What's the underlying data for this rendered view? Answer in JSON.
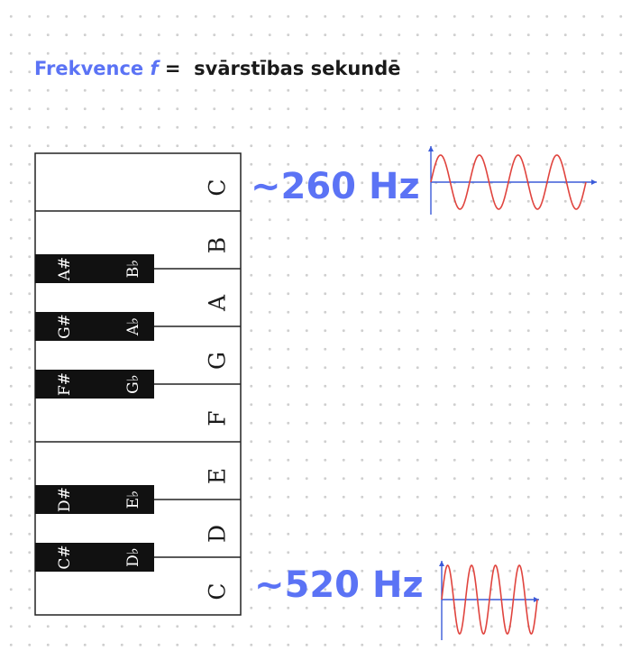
{
  "heading": {
    "label": "Frekvence",
    "variable": "f",
    "equals": "=",
    "definition": "svārstības sekundē"
  },
  "keyboard": {
    "white_keys": [
      "C",
      "B",
      "A",
      "G",
      "F",
      "E",
      "D",
      "C"
    ],
    "black_keys": [
      {
        "sharp": "A#",
        "flat": "B♭"
      },
      {
        "sharp": "G#",
        "flat": "A♭"
      },
      {
        "sharp": "F#",
        "flat": "G♭"
      },
      {
        "sharp": "D#",
        "flat": "E♭"
      },
      {
        "sharp": "C#",
        "flat": "D♭"
      }
    ]
  },
  "frequencies": {
    "high": "~260 Hz",
    "low": "~520 Hz"
  },
  "colors": {
    "accent": "#5b73f5",
    "wave": "#e0443e",
    "axis": "#3b5bd9",
    "black_key": "#111111"
  }
}
